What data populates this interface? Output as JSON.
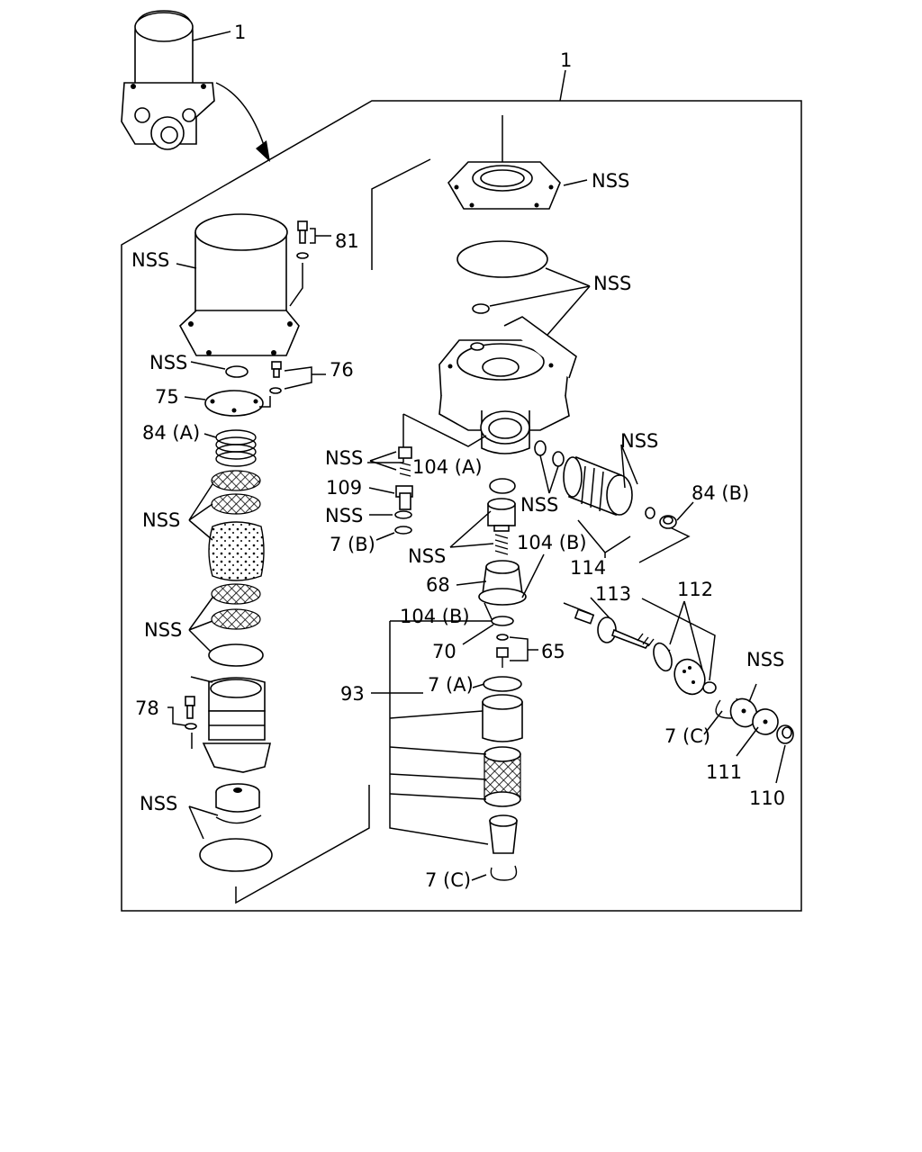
{
  "labels": {
    "l1_top": "1",
    "l1_frame": "1",
    "nss_cover": "NSS",
    "nss_canister": "NSS",
    "l81": "81",
    "nss_seals": "NSS",
    "nss_cap": "NSS",
    "l76": "76",
    "l75": "75",
    "l84a": "84 (A)",
    "nss_valve": "NSS",
    "l104a": "104 (A)",
    "nss_fitting": "NSS",
    "nss_pipe": "NSS",
    "l84b": "84 (B)",
    "l109": "109",
    "nss_ring": "NSS",
    "l7b": "7 (B)",
    "nss_spring": "NSS",
    "l104b_r": "104 (B)",
    "nss_filters_upper": "NSS",
    "l114": "114",
    "l68": "68",
    "l113": "113",
    "l112": "112",
    "l104b_l": "104 (B)",
    "nss_filters_lower": "NSS",
    "l70": "70",
    "l65": "65",
    "nss_disc": "NSS",
    "l93": "93",
    "l7a": "7 (A)",
    "l78": "78",
    "l7c_r": "7 (C)",
    "l111": "111",
    "l110": "110",
    "nss_bottom": "NSS",
    "l7c_b": "7 (C)"
  }
}
